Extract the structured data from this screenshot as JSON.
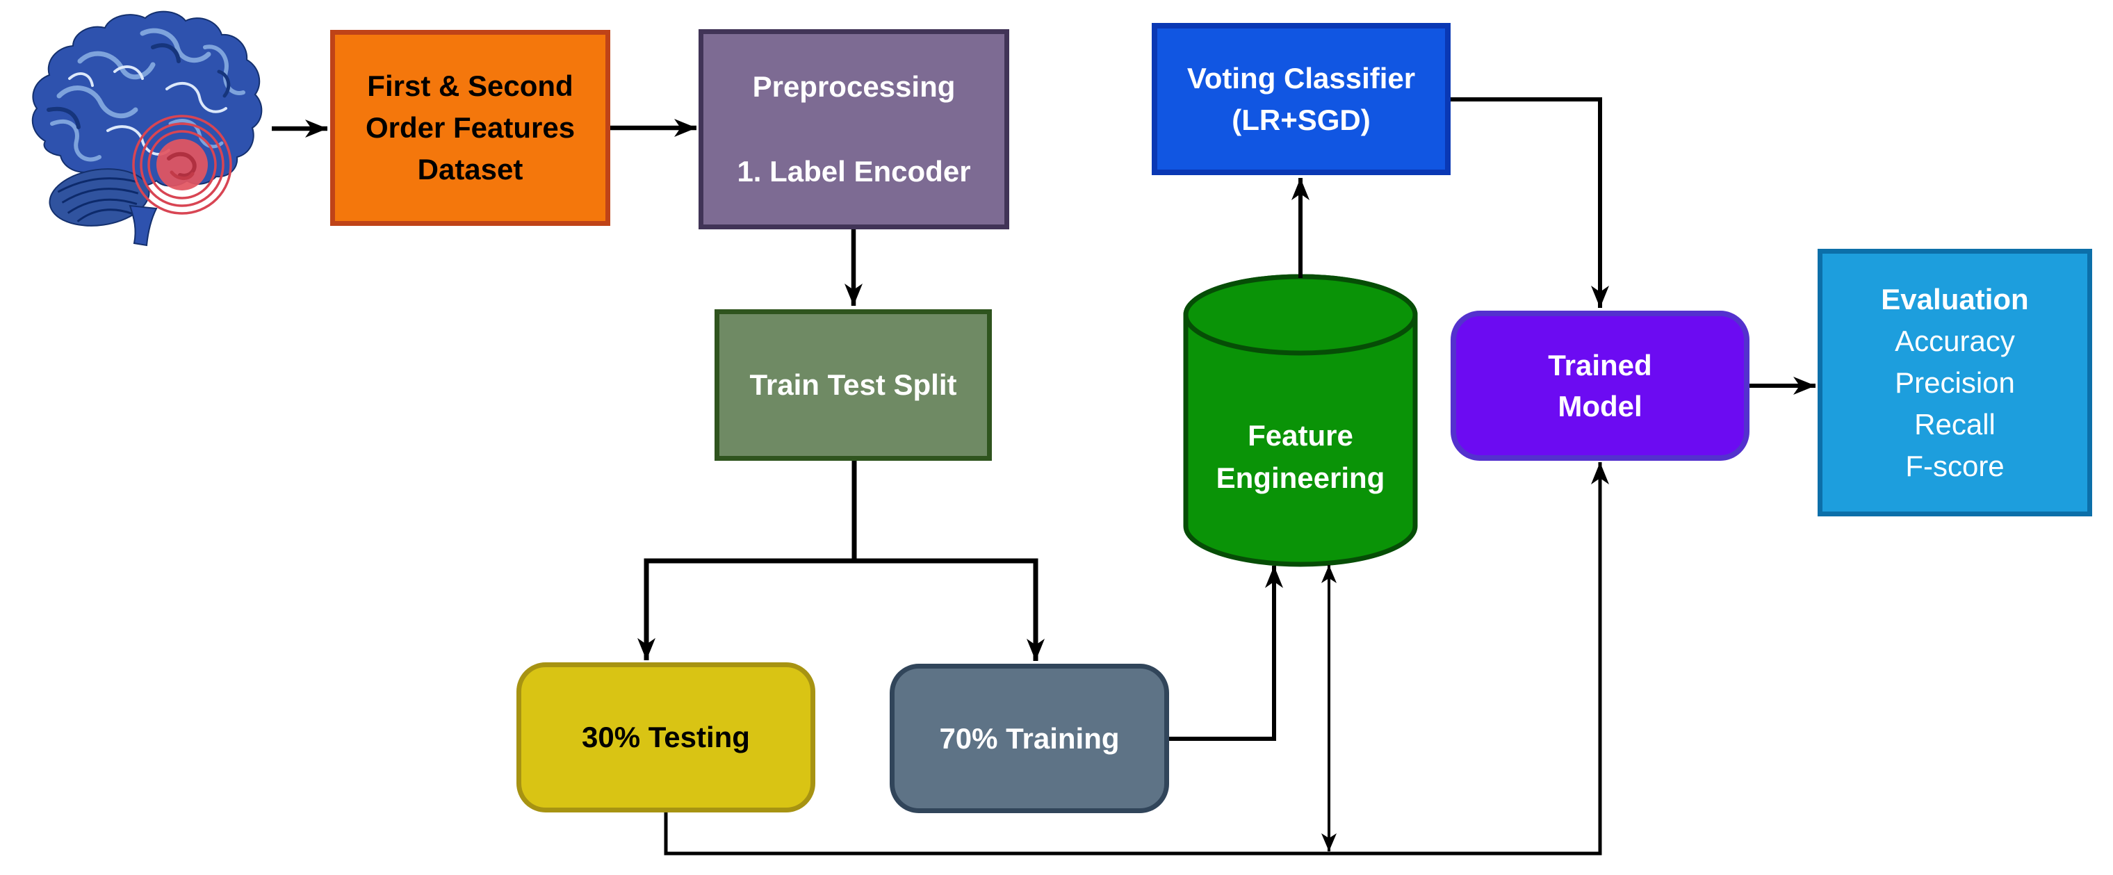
{
  "diagram": {
    "nodes": {
      "brain": {
        "icon": "brain-tumor-illustration",
        "brain_color": "#2e52ae",
        "tumor_color": "#e25561",
        "ring_color": "#d84553"
      },
      "dataset": {
        "lines": [
          "First & Second",
          "Order Features",
          "Dataset"
        ],
        "fill": "#f4770c",
        "border": "#bf4318",
        "text_color": "#000000"
      },
      "preprocessing": {
        "lines": [
          "Preprocessing",
          "1. Label Encoder"
        ],
        "fill": "#7d6b93",
        "border": "#413457",
        "text_color": "#ffffff"
      },
      "train_test_split": {
        "label": "Train Test Split",
        "fill": "#6f8a64",
        "border": "#2f541e",
        "text_color": "#ffffff"
      },
      "voting_classifier": {
        "lines": [
          "Voting Classifier",
          "(LR+SGD)"
        ],
        "fill": "#1156e2",
        "border": "#0a38b4",
        "text_color": "#ffffff"
      },
      "feature_engineering": {
        "lines": [
          "Feature",
          "Engineering"
        ],
        "shape": "cylinder",
        "fill": "#0a9307",
        "border": "#064d06",
        "text_color": "#ffffff"
      },
      "trained_model": {
        "lines": [
          "Trained",
          "Model"
        ],
        "fill": "#6c0bf2",
        "border": "#5431ce",
        "text_color": "#ffffff"
      },
      "evaluation": {
        "title": "Evaluation",
        "metrics": [
          "Accuracy",
          "Precision",
          "Recall",
          "F-score"
        ],
        "fill": "#1d9edd",
        "border": "#0c6fa9",
        "text_color": "#ffffff"
      },
      "testing_30": {
        "label": "30% Testing",
        "fill": "#d9c414",
        "border": "#a79312",
        "text_color": "#000000"
      },
      "training_70": {
        "label": "70% Training",
        "fill": "#5e7386",
        "border": "#31455a",
        "text_color": "#ffffff"
      }
    },
    "edges": [
      {
        "from": "brain",
        "to": "dataset",
        "arrow": "single"
      },
      {
        "from": "dataset",
        "to": "preprocessing",
        "arrow": "single"
      },
      {
        "from": "preprocessing",
        "to": "train_test_split",
        "arrow": "single"
      },
      {
        "from": "train_test_split",
        "to": "testing_30",
        "arrow": "single"
      },
      {
        "from": "train_test_split",
        "to": "training_70",
        "arrow": "single"
      },
      {
        "from": "training_70",
        "to": "feature_engineering",
        "arrow": "single"
      },
      {
        "from": "feature_engineering",
        "to": "bottom_line",
        "arrow": "double"
      },
      {
        "from": "feature_engineering",
        "to": "voting_classifier",
        "arrow": "single"
      },
      {
        "from": "voting_classifier",
        "to": "trained_model",
        "arrow": "single"
      },
      {
        "from": "testing_30",
        "to": "trained_model",
        "via": "bottom-line",
        "arrow": "single"
      },
      {
        "from": "trained_model",
        "to": "evaluation",
        "arrow": "single"
      }
    ]
  }
}
